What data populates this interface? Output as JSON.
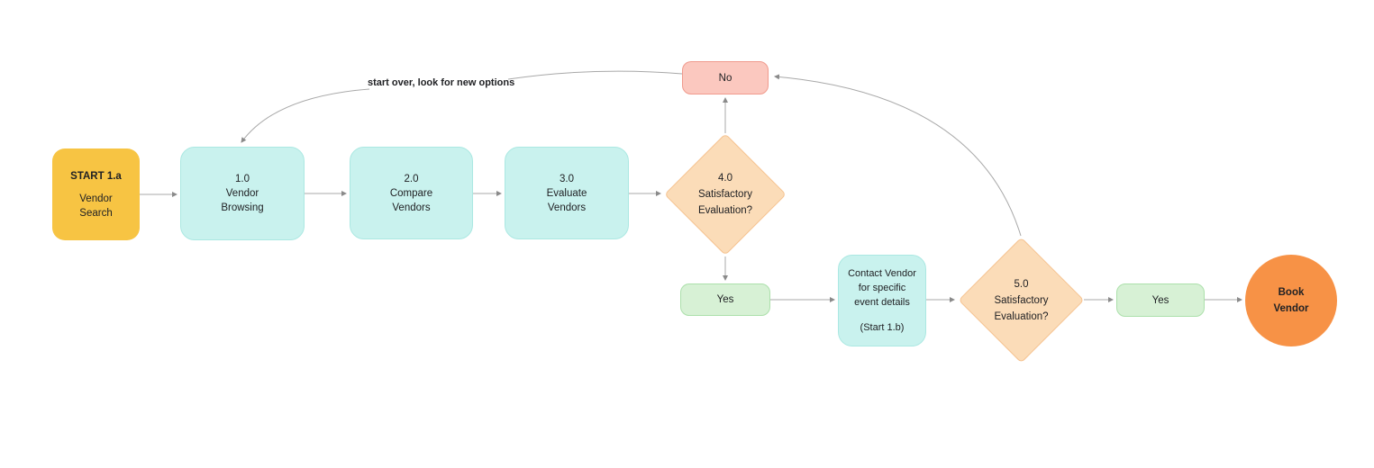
{
  "colors": {
    "background": "#ffffff",
    "text": "#202124",
    "connector": "#a8a8a8",
    "arrow": "#8a8a8a",
    "start_fill": "#f7c443",
    "process_fill": "#c9f2ee",
    "process_border": "#abe8e2",
    "decision_fill": "#fbdcb8",
    "decision_border": "#f5c28f",
    "no_fill": "#fbc8bf",
    "no_border": "#f09a8d",
    "yes_fill": "#d7f1d5",
    "yes_border": "#ace0ab",
    "end_fill": "#f79246"
  },
  "nodes": {
    "start": {
      "title": "START 1.a",
      "lines": [
        "Vendor",
        "Search"
      ]
    },
    "step1": {
      "lines": [
        "1.0",
        "Vendor",
        "Browsing"
      ]
    },
    "step2": {
      "lines": [
        "2.0",
        "Compare",
        "Vendors"
      ]
    },
    "step3": {
      "lines": [
        "3.0",
        "Evaluate",
        "Vendors"
      ]
    },
    "decision4": {
      "lines": [
        "4.0",
        "Satisfactory",
        "Evaluation?"
      ]
    },
    "no": {
      "label": "No"
    },
    "loop_note": {
      "label": "start over, look for new options"
    },
    "yes1": {
      "label": "Yes"
    },
    "contact": {
      "lines": [
        "Contact Vendor",
        "for specific",
        "event details",
        "(Start 1.b)"
      ]
    },
    "decision5": {
      "lines": [
        "5.0",
        "Satisfactory",
        "Evaluation?"
      ]
    },
    "yes2": {
      "label": "Yes"
    },
    "end": {
      "lines": [
        "Book",
        "Vendor"
      ]
    }
  }
}
